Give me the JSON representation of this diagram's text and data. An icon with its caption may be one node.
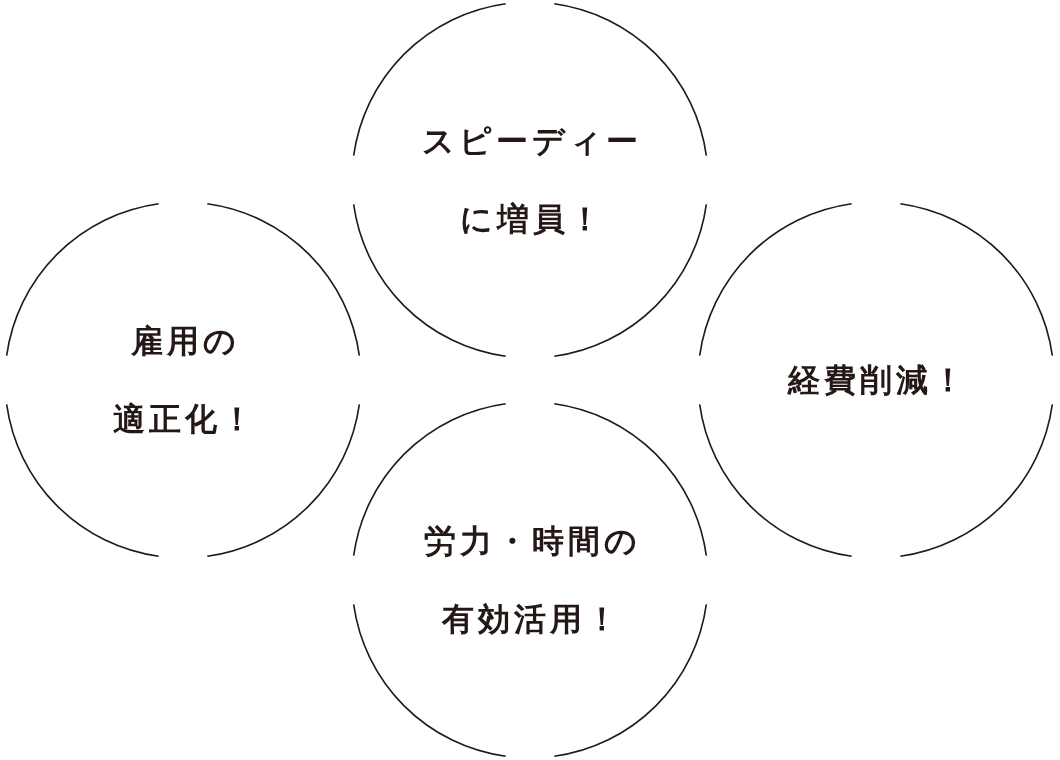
{
  "diagram": {
    "nodes": [
      {
        "text": [
          "スピーディーに増員！"
        ]
      },
      {
        "text": [
          "雇用の適正化！"
        ]
      },
      {
        "text": [
          "経費削減！"
        ]
      },
      {
        "text": [
          "労力・時間の有効活用！"
        ]
      }
    ]
  }
}
